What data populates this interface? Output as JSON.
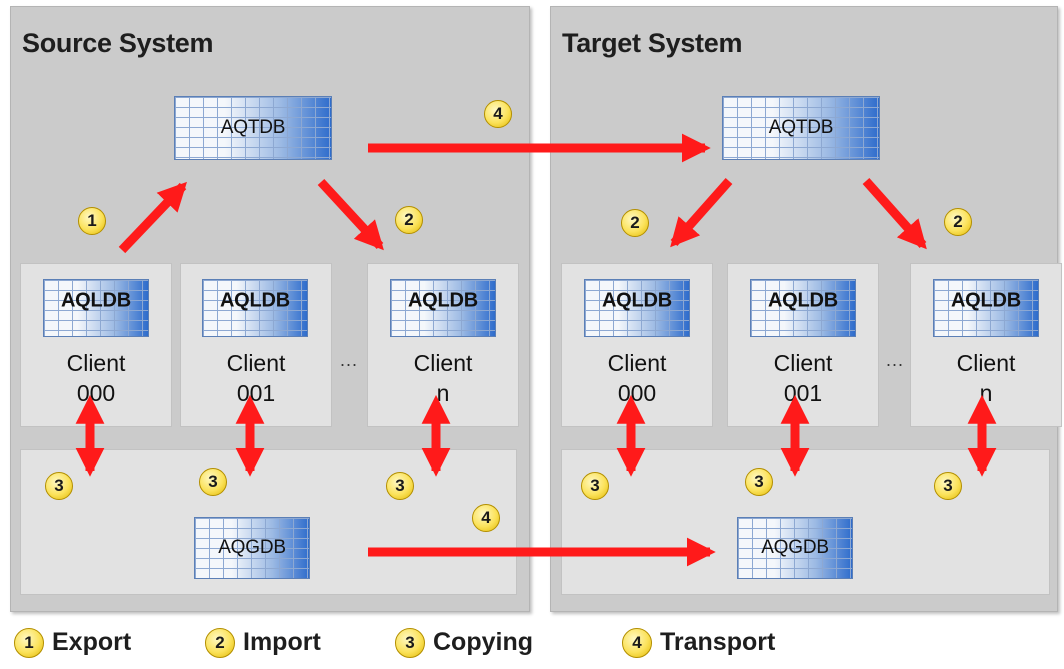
{
  "source": {
    "title": "Source System",
    "transport_table": "AQTDB",
    "clients": [
      {
        "db": "AQLDB",
        "label": "Client",
        "id": "000"
      },
      {
        "db": "AQLDB",
        "label": "Client",
        "id": "001"
      },
      {
        "db": "AQLDB",
        "label": "Client",
        "id": "n"
      }
    ],
    "ellipsis": "...",
    "global_table": "AQGDB"
  },
  "target": {
    "title": "Target System",
    "transport_table": "AQTDB",
    "clients": [
      {
        "db": "AQLDB",
        "label": "Client",
        "id": "000"
      },
      {
        "db": "AQLDB",
        "label": "Client",
        "id": "001"
      },
      {
        "db": "AQLDB",
        "label": "Client",
        "id": "n"
      }
    ],
    "ellipsis": "...",
    "global_table": "AQGDB"
  },
  "step_numbers": [
    "1",
    "2",
    "3",
    "4"
  ],
  "legend": [
    {
      "number": "1",
      "label": "Export"
    },
    {
      "number": "2",
      "label": "Import"
    },
    {
      "number": "3",
      "label": "Copying"
    },
    {
      "number": "4",
      "label": "Transport"
    }
  ],
  "colors": {
    "arrow": "#ff1a1a",
    "badge": "#fbe25a",
    "panel": "#cbcbcb",
    "box": "#e2e2e2",
    "table_accent": "#2e6ccc"
  }
}
